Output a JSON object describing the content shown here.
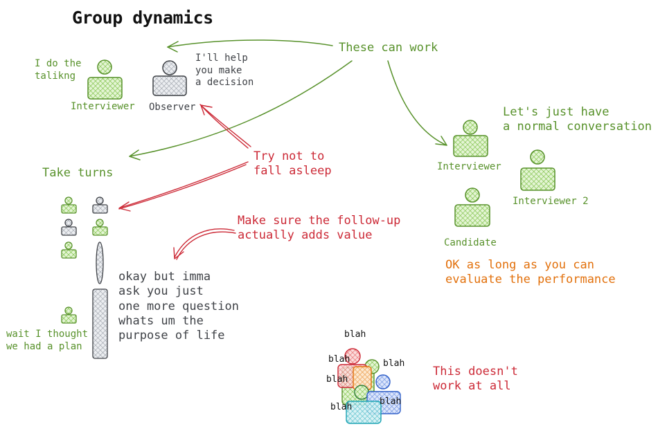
{
  "title": "Group dynamics",
  "colors": {
    "green": "#57912a",
    "green_fill": "#9bd56a",
    "gray": "#3f4247",
    "gray_fill": "#b7bcc4",
    "red": "#cc2936",
    "orange": "#e2700b",
    "blue": "#2f5fc8",
    "teal": "#1aa3b3",
    "text": "#111111"
  },
  "top": {
    "i_do_the_talking": "I do the\ntalikng",
    "interviewer_label": "Interviewer",
    "observer_label": "Observer",
    "observer_quote": "I'll help\nyou make\na decision",
    "these_can_work": "These can work",
    "try_not": "Try not to\nfall asleep"
  },
  "turns": {
    "heading": "Take turns",
    "follow_up": "Make sure the follow-up\nactually adds value",
    "long_question": "okay but imma\nask you just\none more question\nwhats um the\npurpose of life",
    "wait": "wait I thought\nwe had a plan"
  },
  "panel": {
    "normal_conversation": "Let's just have\na normal conversation",
    "interviewer_label": "Interviewer",
    "interviewer2_label": "Interviewer 2",
    "candidate_label": "Candidate",
    "ok_note": "OK as long as you can\nevaluate the performance"
  },
  "chaos": {
    "blah_words": [
      "blah",
      "blah",
      "blah",
      "blah",
      "blah",
      "blah"
    ],
    "doesnt_work": "This doesn't\nwork at all"
  }
}
